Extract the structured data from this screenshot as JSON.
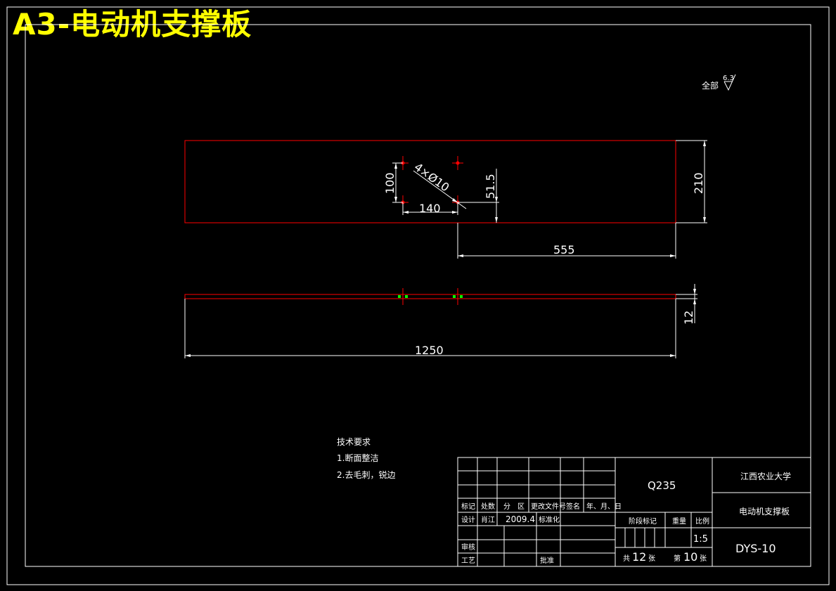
{
  "sheet_title": "A3-电动机支撑板",
  "roughness": {
    "prefix": "全部",
    "value": "6.3"
  },
  "dims": {
    "width_total": "1250",
    "offset": "555",
    "height": "210",
    "hole_label": "4×Ø10",
    "hole_v_spacing": "100",
    "hole_h_spacing": "140",
    "hole_from_bottom": "51.5",
    "thickness": "12"
  },
  "tech": {
    "title": "技术要求",
    "items": [
      "1.断面整洁",
      "2.去毛刺，锐边"
    ]
  },
  "title_block": {
    "material": "Q235",
    "school": "江西农业大学",
    "part_name": "电动机支撑板",
    "drawing_no": "DYS-10",
    "header_cols": [
      "标记",
      "处数",
      "分　区",
      "更改文件号",
      "签名",
      "年、月、日"
    ],
    "design_label": "设计",
    "designer": "肖江",
    "design_date": "2009.4",
    "std_label": "标准化",
    "review_label": "审核",
    "process_label": "工艺",
    "approve_label": "批准",
    "stage_label": "阶段标记",
    "weight_label": "重量",
    "scale_label": "比例",
    "scale": "1:5",
    "total_prefix": "共",
    "total_sheets": "12",
    "total_suffix": "张",
    "sheet_prefix": "第",
    "sheet_no": "10",
    "sheet_suffix": "张"
  },
  "colors": {
    "outline": "#ff0000",
    "frame": "#ffffff",
    "title": "#ffff00",
    "hatch": "#00ff00"
  }
}
